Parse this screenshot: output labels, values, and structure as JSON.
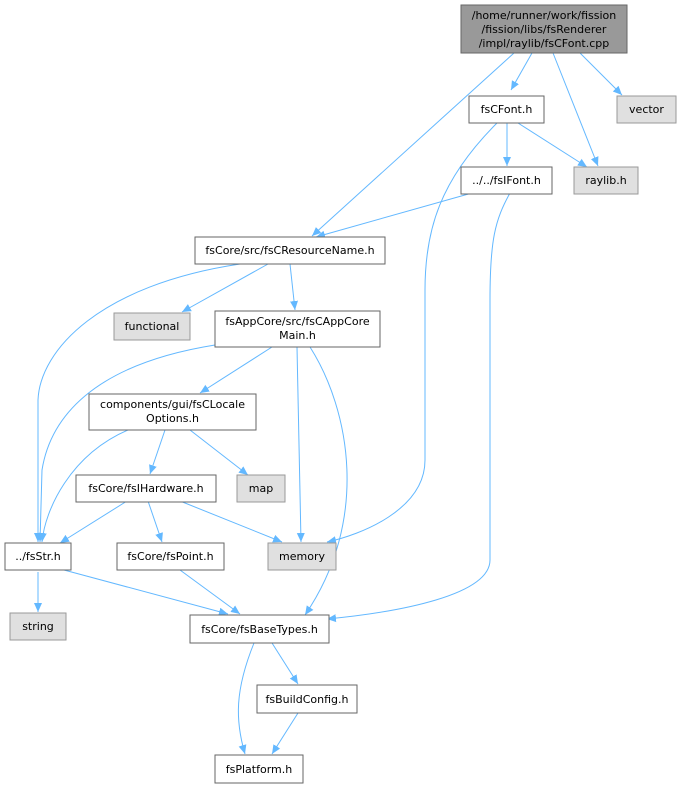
{
  "colors": {
    "edge": "#63b8ff",
    "node_border": "#666666",
    "external_border": "#999999",
    "root_fill": "#999999",
    "external_fill": "#e0e0e0",
    "node_fill": "#ffffff"
  },
  "nodes": {
    "root": {
      "lines": [
        "/home/runner/work/fission",
        "/fission/libs/fsRenderer",
        "/impl/raylib/fsCFont.cpp"
      ]
    },
    "fsCFont": {
      "lines": [
        "fsCFont.h"
      ]
    },
    "vector": {
      "lines": [
        "vector"
      ]
    },
    "raylib": {
      "lines": [
        "raylib.h"
      ]
    },
    "fsIFont": {
      "lines": [
        "../../fsIFont.h"
      ]
    },
    "resource": {
      "lines": [
        "fsCore/src/fsCResourceName.h"
      ]
    },
    "functional": {
      "lines": [
        "functional"
      ]
    },
    "appcore": {
      "lines": [
        "fsAppCore/src/fsCAppCore",
        "Main.h"
      ]
    },
    "locale": {
      "lines": [
        "components/gui/fsCLocale",
        "Options.h"
      ]
    },
    "map": {
      "lines": [
        "map"
      ]
    },
    "hardware": {
      "lines": [
        "fsCore/fsIHardware.h"
      ]
    },
    "memory": {
      "lines": [
        "memory"
      ]
    },
    "fsstr": {
      "lines": [
        "../fsStr.h"
      ]
    },
    "point": {
      "lines": [
        "fsCore/fsPoint.h"
      ]
    },
    "string": {
      "lines": [
        "string"
      ]
    },
    "basetypes": {
      "lines": [
        "fsCore/fsBaseTypes.h"
      ]
    },
    "buildconfig": {
      "lines": [
        "fsBuildConfig.h"
      ]
    },
    "platform": {
      "lines": [
        "fsPlatform.h"
      ]
    }
  }
}
